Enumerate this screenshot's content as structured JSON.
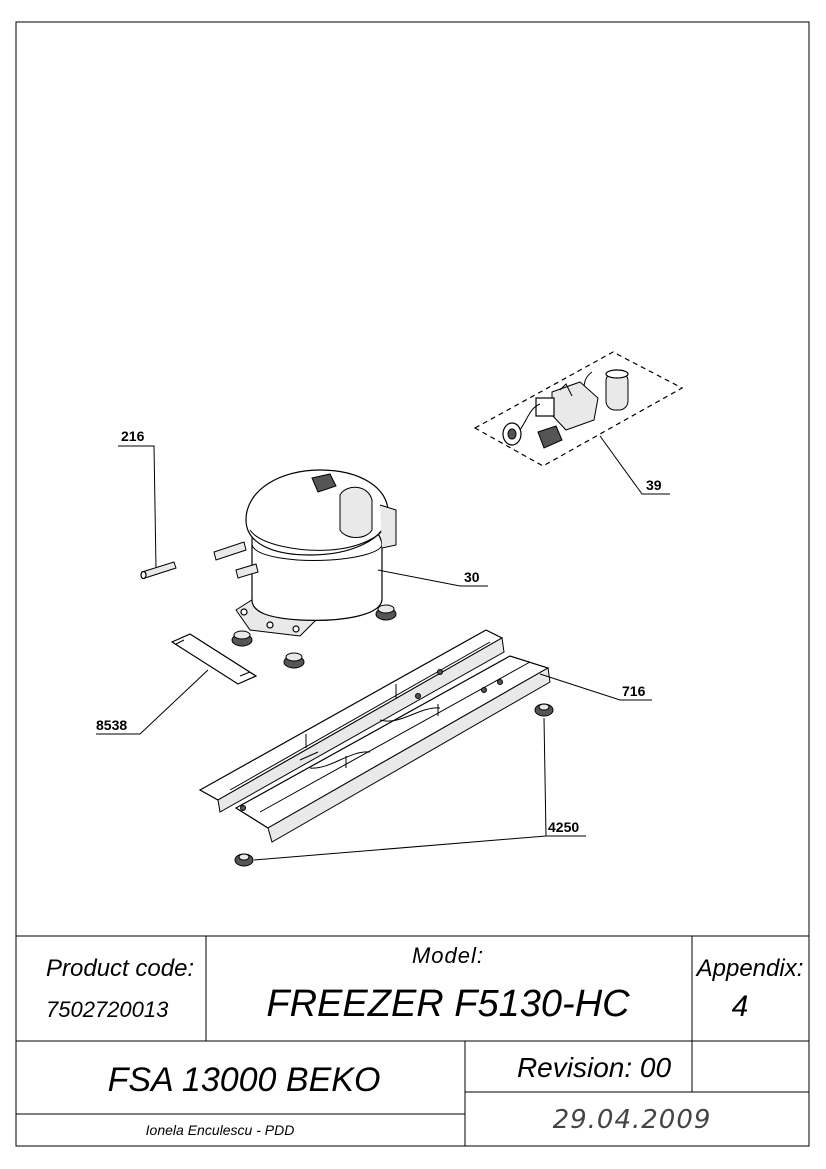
{
  "callouts": {
    "c216": "216",
    "c39": "39",
    "c30": "30",
    "c716": "716",
    "c8538": "8538",
    "c4250": "4250"
  },
  "title_block": {
    "product_code_label": "Product code:",
    "product_code": "7502720013",
    "model_label": "Model:",
    "model": "FREEZER F5130-HC",
    "appendix_label": "Appendix:",
    "appendix": "4",
    "series": "FSA 13000 BEKO",
    "revision": "Revision: 00",
    "author": "Ionela Enculescu - PDD",
    "date": "29.04.2009"
  }
}
